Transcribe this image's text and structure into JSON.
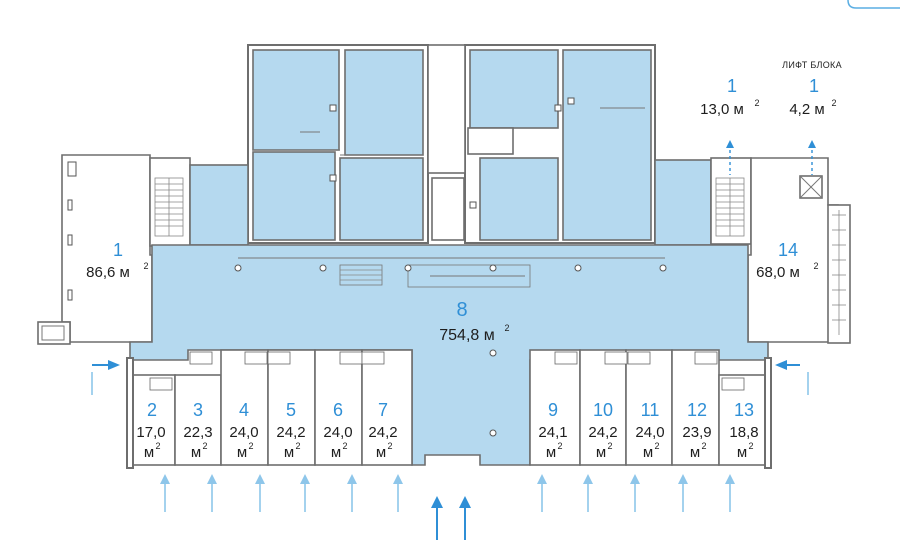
{
  "lift_label": "ЛИФТ БЛОКА",
  "unit_suffix": "М",
  "unit_power": "2",
  "units": [
    {
      "num": "1",
      "area_value": "86,6 м",
      "area_sup": "2"
    },
    {
      "num": "1",
      "area_value": "13,0 м",
      "area_sup": "2"
    },
    {
      "num": "1",
      "area_value": "4,2 м",
      "area_sup": "2"
    },
    {
      "num": "14",
      "area_value": "68,0 м",
      "area_sup": "2"
    },
    {
      "num": "8",
      "area_value": "754,8 м",
      "area_sup": "2"
    },
    {
      "num": "2",
      "area_value": "17,0",
      "area_unit": "м",
      "area_sup": "2"
    },
    {
      "num": "3",
      "area_value": "22,3",
      "area_unit": "м",
      "area_sup": "2"
    },
    {
      "num": "4",
      "area_value": "24,0",
      "area_unit": "м",
      "area_sup": "2"
    },
    {
      "num": "5",
      "area_value": "24,2",
      "area_unit": "м",
      "area_sup": "2"
    },
    {
      "num": "6",
      "area_value": "24,0",
      "area_unit": "м",
      "area_sup": "2"
    },
    {
      "num": "7",
      "area_value": "24,2",
      "area_unit": "м",
      "area_sup": "2"
    },
    {
      "num": "9",
      "area_value": "24,1",
      "area_unit": "м",
      "area_sup": "2"
    },
    {
      "num": "10",
      "area_value": "24,2",
      "area_unit": "м",
      "area_sup": "2"
    },
    {
      "num": "11",
      "area_value": "24,0",
      "area_unit": "м",
      "area_sup": "2"
    },
    {
      "num": "12",
      "area_value": "23,9",
      "area_unit": "м",
      "area_sup": "2"
    },
    {
      "num": "13",
      "area_value": "18,8",
      "area_unit": "м",
      "area_sup": "2"
    }
  ],
  "colors": {
    "room_fill": "#b5d9ef",
    "label_blue": "#2f8fd6",
    "entrance_arrow": "#8ec6ea",
    "wall": "#6e6e6e"
  }
}
